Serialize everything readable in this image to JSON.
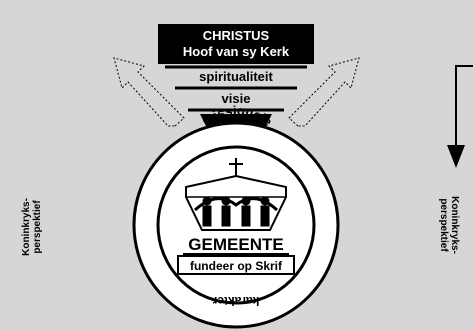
{
  "header": {
    "line1": "CHRISTUS",
    "line2": "Hoof van sy Kerk"
  },
  "bands": {
    "band1": "spiritualiteit",
    "band2": "visie"
  },
  "circle": {
    "arc_top": "missionele",
    "main": "GEMEENTE",
    "sub": "fundeer op Skrif",
    "arc_bottom": "karakter"
  },
  "side_labels": {
    "left_line1": "Koninkryks-",
    "left_line2": "perspektief",
    "right_line1": "Koninkryks-",
    "right_line2": "perspektief"
  },
  "colors": {
    "background": "#d6d6d6",
    "ink": "#000000",
    "header_fill": "#000000",
    "header_text": "#ffffff"
  }
}
